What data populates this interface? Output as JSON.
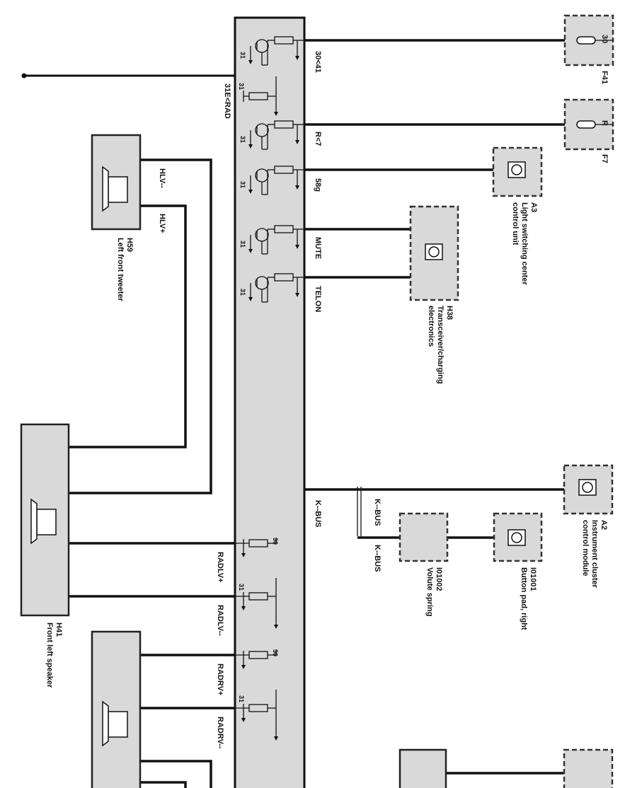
{
  "module_pins": {
    "p30_41": "30<41",
    "p31e_rad": "31E<RAD",
    "pr_7": "R<7",
    "p58g": "58g",
    "pmute": "MUTE",
    "ptelon": "TELON",
    "pkbus": "K--BUS",
    "pradlv_plus": "RADLV+",
    "pradlv_minus": "RADLV--",
    "pradrv_plus": "RADRV+",
    "pradrv_minus": "RADRV--"
  },
  "ground_label": "31",
  "supply_label": "30",
  "components": {
    "f41": {
      "id": "F41",
      "pin": "30"
    },
    "f7": {
      "id": "F7",
      "pin": "R"
    },
    "a3": {
      "id": "A3",
      "line1": "Light switching center",
      "line2": "control unit"
    },
    "h38": {
      "id": "H38",
      "line1": "Transceiver/charging",
      "line2": "electronics"
    },
    "h59": {
      "id": "H59",
      "line1": "Left front tweeter",
      "pin_minus": "HLV--",
      "pin_plus": "HLV+"
    },
    "h41": {
      "id": "H41",
      "line1": "Front left speaker"
    },
    "a2": {
      "id": "A2",
      "line1": "Instrument cluster",
      "line2": "control module"
    },
    "i01001": {
      "id": "I01001",
      "line1": "Button pad, right"
    },
    "i01002": {
      "id": "I01002",
      "line1": "Volute spring"
    },
    "kbus_a": "K--BUS",
    "kbus_b": "K--BUS"
  }
}
